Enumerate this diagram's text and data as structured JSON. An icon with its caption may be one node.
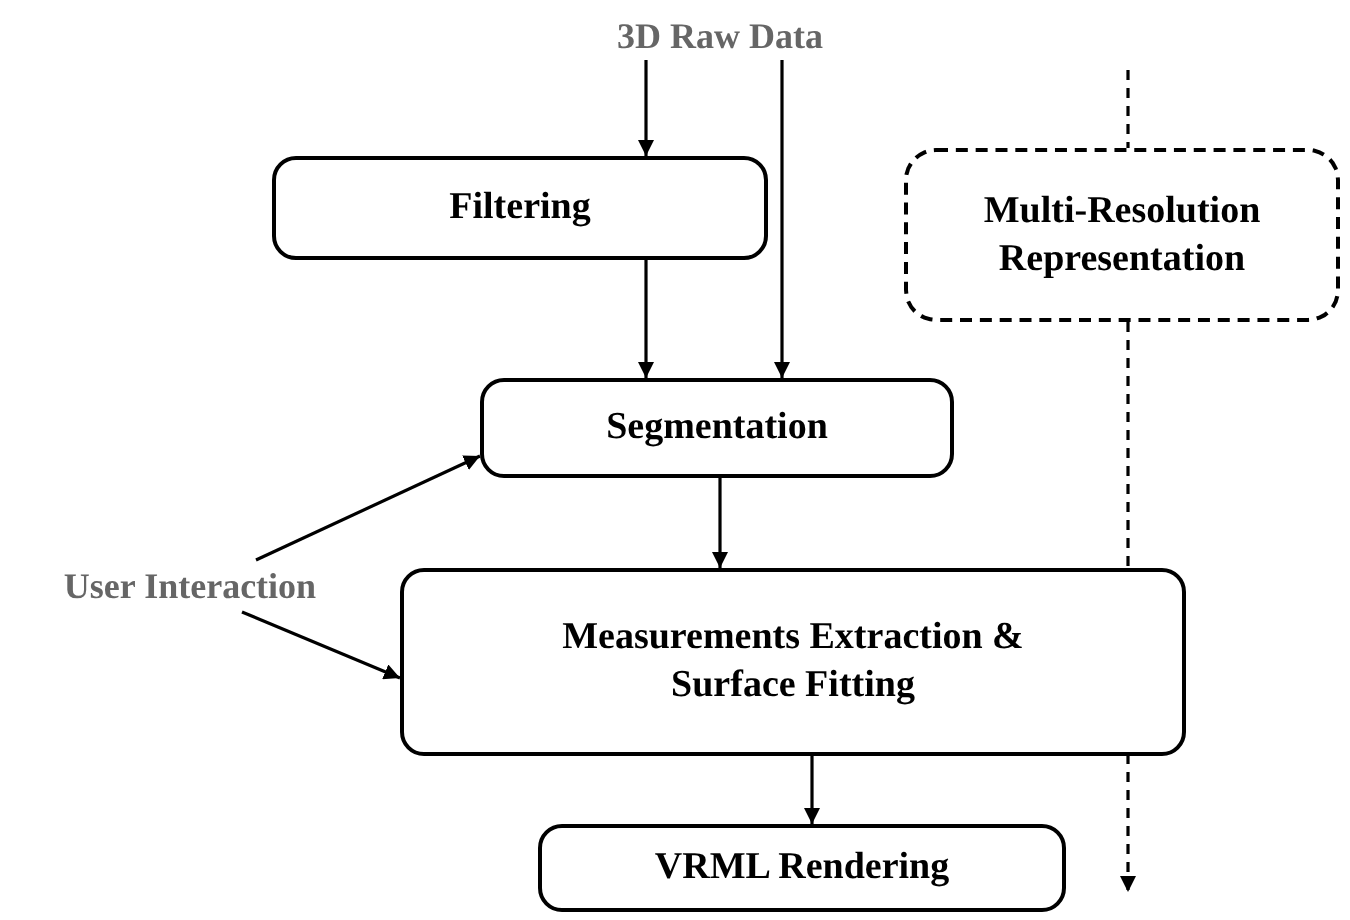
{
  "diagram": {
    "nodes": [
      {
        "text": [
          "3D Raw Data"
        ]
      },
      {
        "text": [
          "Filtering"
        ]
      },
      {
        "text": [
          "Multi-Resolution Representation"
        ]
      },
      {
        "text": [
          "Segmentation"
        ]
      },
      {
        "text": [
          "User Interaction"
        ]
      },
      {
        "text": [
          "Measurements Extraction & Surface Fitting"
        ]
      },
      {
        "text": [
          "VRML Rendering"
        ]
      }
    ],
    "edges": [
      {
        "from": 0,
        "to": 1,
        "arrow": "to"
      },
      {
        "from": 0,
        "to": 3,
        "arrow": "to"
      },
      {
        "from": 1,
        "to": 3,
        "arrow": "to"
      },
      {
        "from": 4,
        "to": 3,
        "arrow": "to"
      },
      {
        "from": 4,
        "to": 5,
        "arrow": "to"
      },
      {
        "from": 3,
        "to": 5,
        "arrow": "to"
      },
      {
        "from": 5,
        "to": 6,
        "arrow": "to"
      },
      {
        "from": null,
        "to": 2,
        "arrow": "none",
        "style": "dashed"
      },
      {
        "from": 2,
        "to": null,
        "arrow": "to",
        "style": "dashed"
      }
    ]
  }
}
